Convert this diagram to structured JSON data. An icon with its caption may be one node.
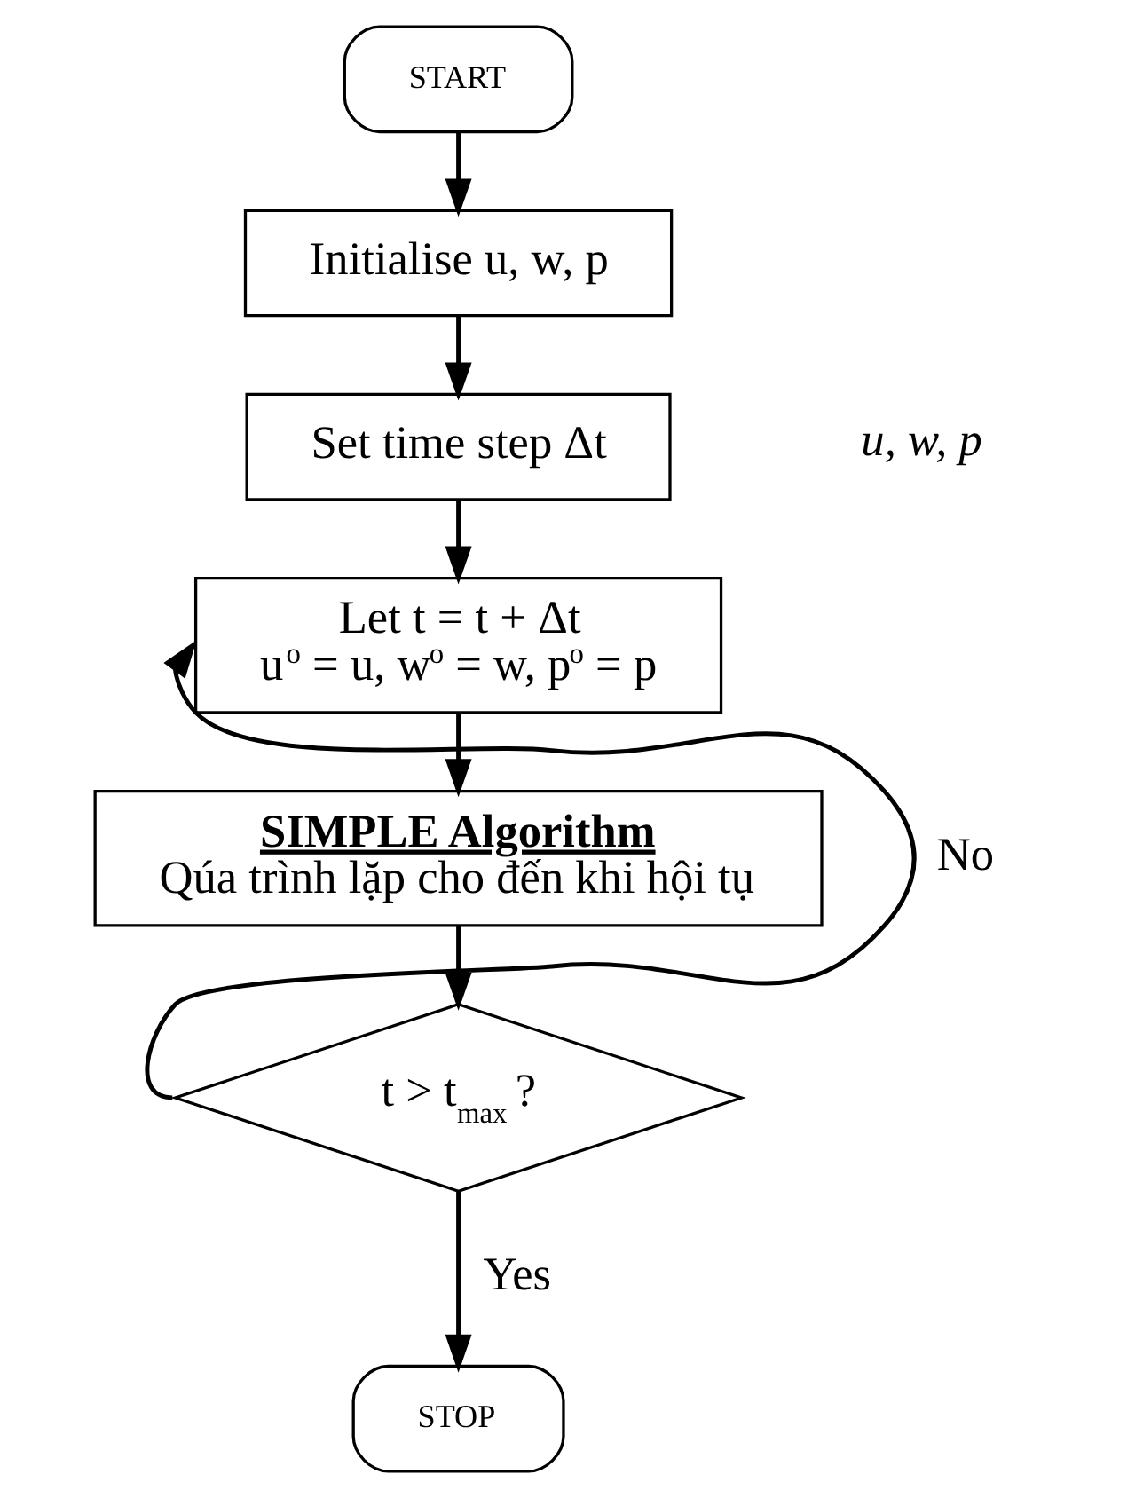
{
  "diagram": {
    "nodes": [
      {
        "text": [
          "START"
        ]
      },
      {
        "text": [
          "Initialise u, w, p"
        ]
      },
      {
        "text": [
          "Set time step Δt"
        ]
      },
      {
        "text": [
          "Let t = t + Δt",
          "u$^{o}$ = u, w$^{o}$ = w, p$^{o}$ = p"
        ]
      },
      {
        "text": [
          "SIMPLE Algorithm",
          "Qúa trình lặp cho đến khi hội tụ"
        ]
      },
      {
        "text": [
          "t > t$_{max}$ ?"
        ]
      },
      {
        "text": [
          "STOP"
        ]
      }
    ],
    "edges": [
      {
        "from": 0,
        "to": 1,
        "arrow": "to"
      },
      {
        "from": 1,
        "to": 2,
        "arrow": "to"
      },
      {
        "from": 2,
        "to": 3,
        "arrow": "to"
      },
      {
        "from": 3,
        "to": 4,
        "arrow": "to"
      },
      {
        "from": 4,
        "to": 5,
        "arrow": "to"
      },
      {
        "from": 5,
        "to": 3,
        "arrow": "to",
        "label": "No"
      },
      {
        "from": 5,
        "to": 6,
        "arrow": "to",
        "label": "Yes"
      }
    ],
    "labels": [
      "u, w, p"
    ]
  }
}
